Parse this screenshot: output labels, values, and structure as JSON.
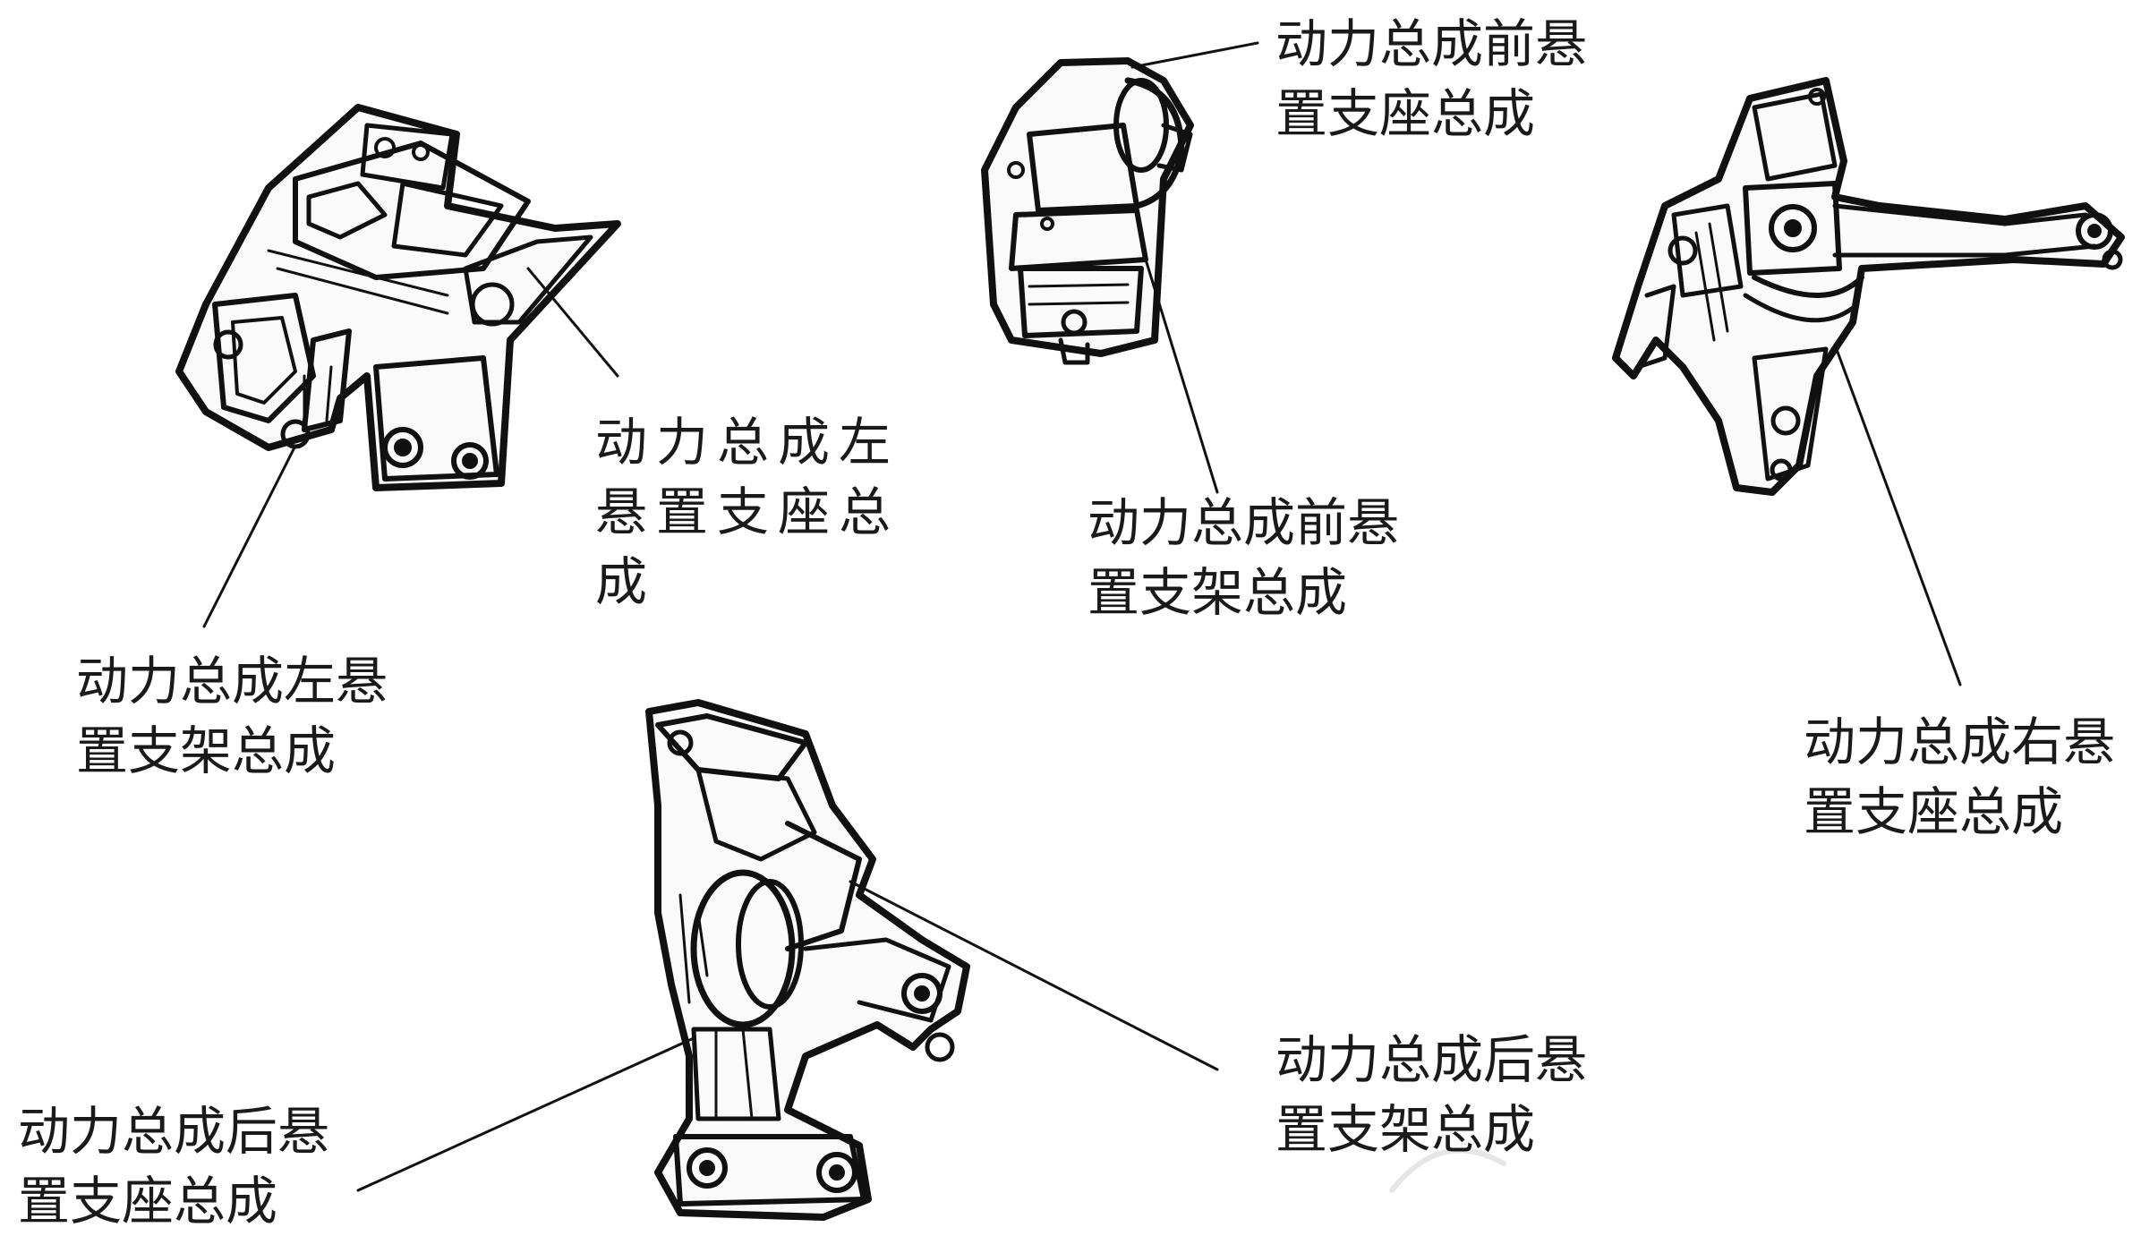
{
  "labels": {
    "left_seat": [
      "动力总成左",
      "悬置支座总",
      "成"
    ],
    "left_bracket": [
      "动力总成左悬",
      "置支架总成"
    ],
    "front_seat": [
      "动力总成前悬",
      "置支座总成"
    ],
    "front_bracket": [
      "动力总成前悬",
      "置支架总成"
    ],
    "right_seat": [
      "动力总成右悬",
      "置支座总成"
    ],
    "rear_seat": [
      "动力总成后悬",
      "置支座总成"
    ],
    "rear_bracket": [
      "动力总成后悬",
      "置支架总成"
    ]
  },
  "colors": {
    "ink": "#111111",
    "background": "#ffffff",
    "watermark": "#e8e8e8"
  }
}
